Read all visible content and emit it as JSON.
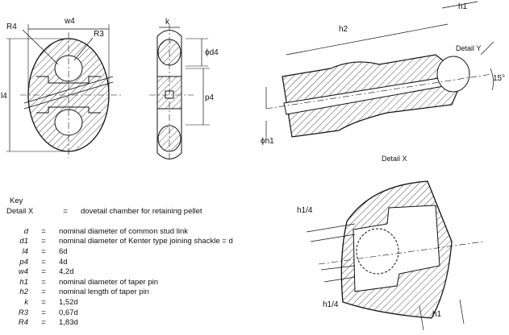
{
  "figure": {
    "labels": {
      "w4": "w4",
      "k": "k",
      "R4": "R4",
      "R3": "R3",
      "l4": "l4",
      "d4": "ϕd4",
      "p4": "p4",
      "h1_top": "h1",
      "h2": "h2",
      "detail_y": "Detail Y",
      "angle": "15°",
      "dh1": "ϕh1",
      "detail_x": "Detail X",
      "h1_quarter_top": "h1/4",
      "h1_quarter_bottom": "h1/4",
      "h1_bottom": "h1"
    }
  },
  "key": {
    "title": "Key",
    "rows": [
      {
        "symbol": "Detail X",
        "eq": "=",
        "desc": "dovetail chamber for retaining pellet"
      },
      {
        "symbol": "",
        "eq": "",
        "desc": ""
      },
      {
        "symbol": "d",
        "eq": "=",
        "desc": "nominal diameter of common stud link"
      },
      {
        "symbol": "d1",
        "eq": "=",
        "desc": "nominal diameter of Kenter type joining shackle = d"
      },
      {
        "symbol": "l4",
        "eq": "=",
        "desc": "6d"
      },
      {
        "symbol": "p4",
        "eq": "=",
        "desc": "4d"
      },
      {
        "symbol": "w4",
        "eq": "=",
        "desc": "4,2d"
      },
      {
        "symbol": "h1",
        "eq": "=",
        "desc": "nominal diameter of taper pin"
      },
      {
        "symbol": "h2",
        "eq": "=",
        "desc": "nominal length of taper pin"
      },
      {
        "symbol": "k",
        "eq": "=",
        "desc": "1,52d"
      },
      {
        "symbol": "R3",
        "eq": "=",
        "desc": "0,67d"
      },
      {
        "symbol": "R4",
        "eq": "=",
        "desc": "1,83d"
      }
    ]
  }
}
